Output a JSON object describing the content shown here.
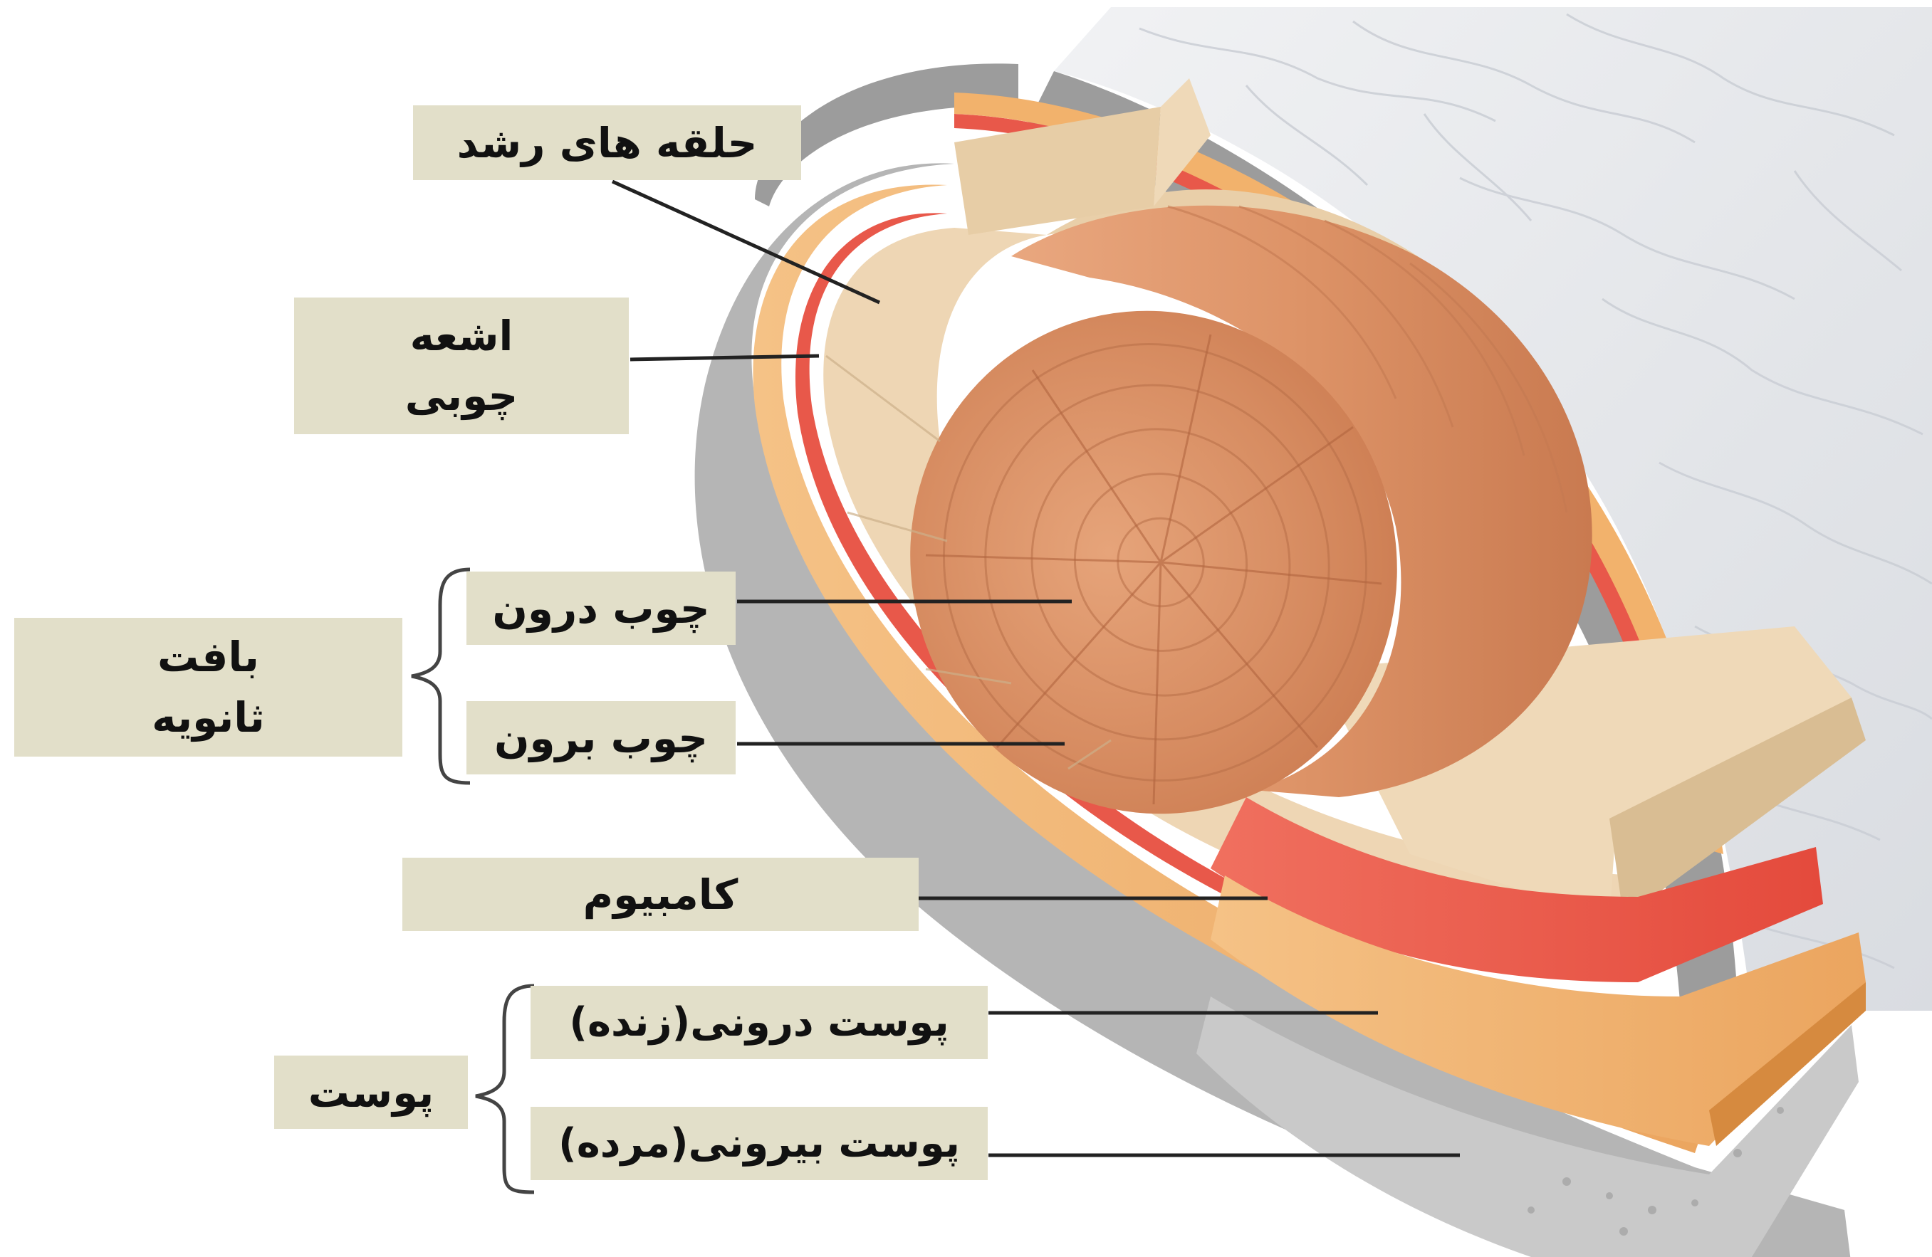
{
  "title": "",
  "labels": {
    "growth_rings": "حلقه های رشد",
    "wood_rays_line1": "اشعه",
    "wood_rays_line2": "چوبی",
    "heartwood": "چوب درون",
    "sapwood": "چوب برون",
    "secondary_tissue_line1": "بافت",
    "secondary_tissue_line2": "ثانویه",
    "cambium": "کامبیوم",
    "inner_bark": "پوست درونی(زنده)",
    "outer_bark": "پوست بیرونی(مرده)",
    "bark": "پوست"
  },
  "colors": {
    "label_bg": "#e2dfc9",
    "heartwood": "#d9936a",
    "sapwood": "#eed6b4",
    "cambium": "#e8584a",
    "inner_bark": "#f2b26c",
    "outer_bark": "#b9b9b9",
    "bark_surface": "#e9ebee",
    "leader_line": "#222222"
  }
}
